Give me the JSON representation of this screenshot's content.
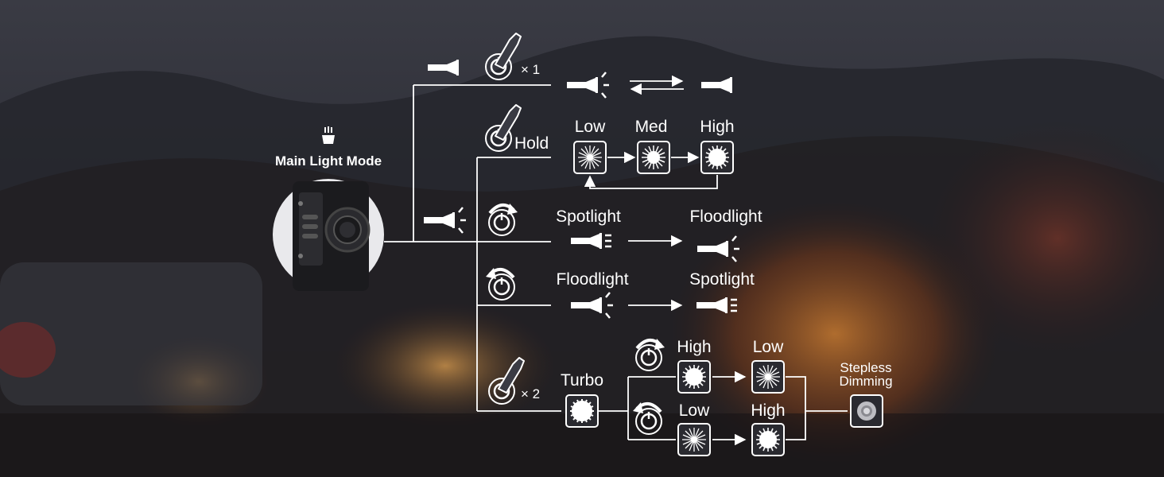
{
  "title": "Main Light Mode",
  "press_once": "× 1",
  "hold": "Hold",
  "press_twice": "× 2",
  "brightness": {
    "low": "Low",
    "med": "Med",
    "high": "High"
  },
  "rotate_cw": {
    "from": "Spotlight",
    "to": "Floodlight"
  },
  "rotate_ccw": {
    "from": "Floodlight",
    "to": "Spotlight"
  },
  "turbo": {
    "label": "Turbo",
    "cw_from": "High",
    "cw_to": "Low",
    "ccw_from": "Low",
    "ccw_to": "High",
    "result_line1": "Stepless",
    "result_line2": "Dimming"
  },
  "colors": {
    "background": "#2e2f36",
    "line": "#ffffff",
    "accent": "#f0a040"
  }
}
